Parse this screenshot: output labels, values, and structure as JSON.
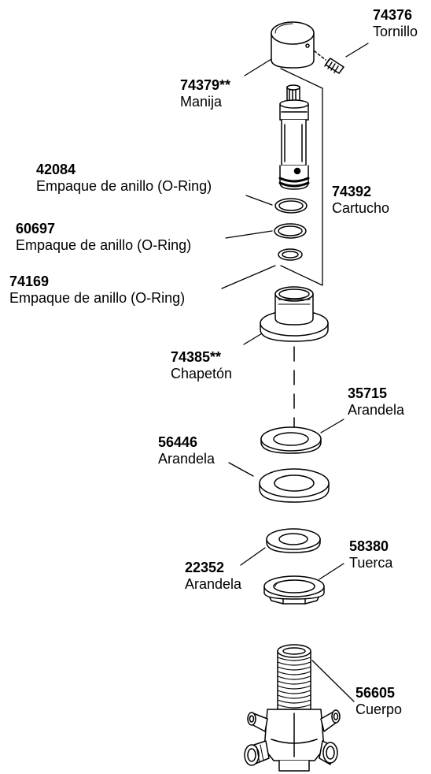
{
  "parts": [
    {
      "key": "tornillo",
      "number": "74376",
      "name": "Tornillo"
    },
    {
      "key": "manija",
      "number": "74379**",
      "name": "Manija"
    },
    {
      "key": "oring1",
      "number": "42084",
      "name": "Empaque de anillo (O-Ring)"
    },
    {
      "key": "cartucho",
      "number": "74392",
      "name": "Cartucho"
    },
    {
      "key": "oring2",
      "number": "60697",
      "name": "Empaque de anillo (O-Ring)"
    },
    {
      "key": "oring3",
      "number": "74169",
      "name": "Empaque de anillo (O-Ring)"
    },
    {
      "key": "chapeton",
      "number": "74385**",
      "name": "Chapetón"
    },
    {
      "key": "arandela1",
      "number": "35715",
      "name": "Arandela"
    },
    {
      "key": "arandela2",
      "number": "56446",
      "name": "Arandela"
    },
    {
      "key": "tuerca",
      "number": "58380",
      "name": "Tuerca"
    },
    {
      "key": "arandela3",
      "number": "22352",
      "name": "Arandela"
    },
    {
      "key": "cuerpo",
      "number": "56605",
      "name": "Cuerpo"
    }
  ]
}
